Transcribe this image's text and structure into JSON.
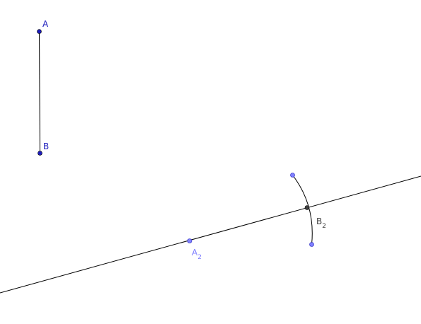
{
  "points": {
    "A": {
      "label": "A",
      "color": "#1c1cbc"
    },
    "B": {
      "label": "B",
      "color": "#1c1cbc"
    },
    "A2": {
      "label": "A",
      "subscript": "2",
      "color": "#8080ff"
    },
    "B2": {
      "label": "B",
      "subscript": "2",
      "color": "#404040"
    },
    "arc_start": {
      "color": "#8080ff"
    },
    "arc_end": {
      "color": "#8080ff"
    }
  },
  "colors": {
    "line": "#000000",
    "background": "#ffffff"
  }
}
